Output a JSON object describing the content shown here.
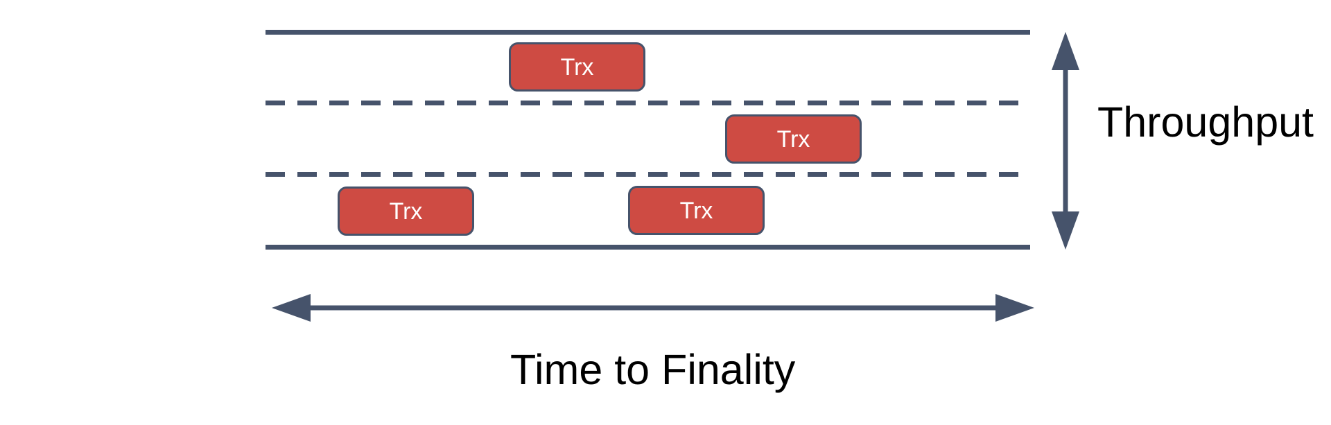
{
  "diagram": {
    "boxes": [
      {
        "label": "Trx",
        "lane": "top"
      },
      {
        "label": "Trx",
        "lane": "middle"
      },
      {
        "label": "Trx",
        "lane": "bottom"
      },
      {
        "label": "Trx",
        "lane": "bottom"
      }
    ],
    "labels": {
      "vertical_axis": "Throughput",
      "horizontal_axis": "Time to Finality"
    },
    "colors": {
      "line": "#46536B",
      "box_fill": "#CE4B43",
      "box_border": "#46536B",
      "box_text": "#FFFFFF",
      "axis_label_text": "#000000"
    }
  }
}
